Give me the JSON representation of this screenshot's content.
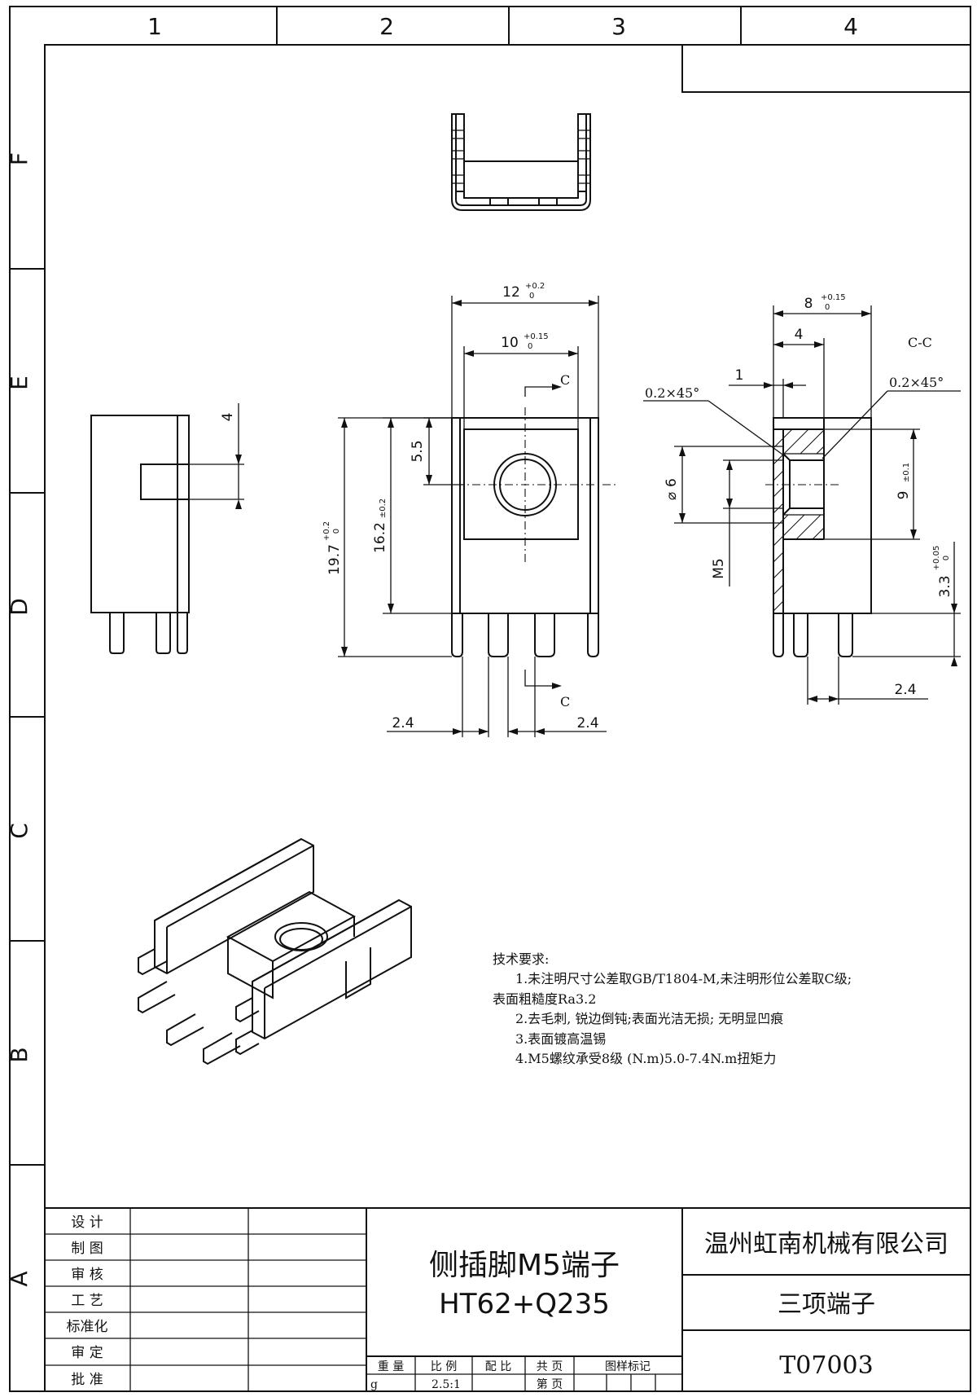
{
  "grid": {
    "columns": [
      "1",
      "2",
      "3",
      "4"
    ],
    "rows": [
      "F",
      "E",
      "D",
      "C",
      "B",
      "A"
    ]
  },
  "dimensions": {
    "width_outer": "12",
    "width_outer_tol_upper": "+0.2",
    "width_outer_tol_lower": "0",
    "width_inner": "10",
    "width_inner_tol_upper": "+0.15",
    "width_inner_tol_lower": "0",
    "height_total": "19.7",
    "height_total_tol_upper": "+0.2",
    "height_total_tol_lower": "0",
    "height_body": "16.2",
    "height_body_tol": "±0.2",
    "hole_offset": "5.5",
    "pin_pitch_left": "2.4",
    "pin_pitch_right": "2.4",
    "side_slot": "4",
    "depth": "8",
    "depth_tol_upper": "+0.15",
    "depth_tol_lower": "0",
    "depth_inner": "4",
    "wall": "1",
    "chamfer_left": "0.2×45°",
    "chamfer_right": "0.2×45°",
    "hole_dia": "6",
    "thread": "M5",
    "nut_height": "9",
    "nut_height_tol": "±0.1",
    "pin_length": "3.3",
    "pin_length_tol_upper": "+0.05",
    "pin_length_tol_lower": "0",
    "section_pin_pitch": "2.4"
  },
  "section": {
    "label": "C-C",
    "arrow_top": "C",
    "arrow_bottom": "C"
  },
  "notes": {
    "heading": "技术要求:",
    "lines": [
      "1.未注明尺寸公差取GB/T1804-M,未注明形位公差取C级;",
      "表面粗糙度Ra3.2",
      "2.去毛刺, 锐边倒钝;表面光洁无损; 无明显凹痕",
      "3.表面镀高温锡",
      "4.M5螺纹承受8级 (N.m)5.0-7.4N.m扭矩力"
    ]
  },
  "title_block": {
    "signatures": [
      "设  计",
      "制  图",
      "审  核",
      "工  艺",
      "标准化",
      "审  定",
      "批  准"
    ],
    "part_name": "侧插脚M5端子",
    "material": "HT62+Q235",
    "company": "温州虹南机械有限公司",
    "product": "三项端子",
    "drawing_no": "T07003",
    "headers": [
      "重 量",
      "比 例",
      "配 比",
      "共 页",
      "图样标记"
    ],
    "weight_unit": "g",
    "scale": "2.5:1",
    "sheet_label": "第 页"
  }
}
